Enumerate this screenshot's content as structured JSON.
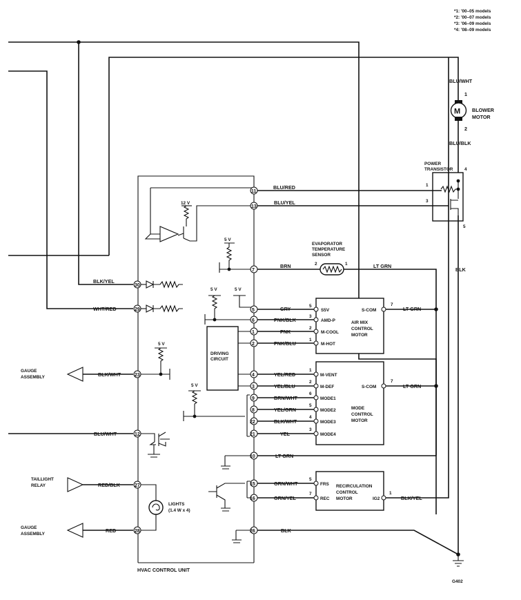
{
  "notes": [
    "*1: '00–05 models",
    "*2: '00–07 models",
    "*3: '06–09 models",
    "*4: '08–09 models"
  ],
  "blower": {
    "title": "BLOWER MOTOR",
    "title_l1": "BLOWER",
    "title_l2": "MOTOR",
    "symbol": "M",
    "wire_in": "BLU/WHT",
    "wire_out": "BLU/BLK",
    "pin_in": "1",
    "pin_out": "2"
  },
  "power_transistor": {
    "title_l1": "POWER",
    "title_l2": "TRANSISTOR",
    "pins": [
      "1",
      "3",
      "4",
      "5"
    ],
    "ground_wire": "BLK"
  },
  "hvac": {
    "title": "HVAC CONTROL UNIT",
    "pins": {
      "p11": {
        "pin": "11",
        "wire": "BLU/RED"
      },
      "p13": {
        "pin": "13",
        "wire": "BLU/YEL"
      },
      "p7": {
        "pin": "7",
        "wire": "BRN"
      },
      "p30": {
        "pin": "30",
        "wire": "BLK/YEL"
      },
      "p29": {
        "pin": "29",
        "wire": "WHT/RED"
      },
      "p5": {
        "pin": "5",
        "wire": "GRY"
      },
      "p6": {
        "pin": "6",
        "wire": "PNK/BLK"
      },
      "p1": {
        "pin": "1",
        "wire": "PNK"
      },
      "p2": {
        "pin": "2",
        "wire": "PNK/BLU"
      },
      "p23": {
        "pin": "23",
        "wire": "BLK/WHT"
      },
      "p4": {
        "pin": "4",
        "wire": "YEL/RED"
      },
      "p3": {
        "pin": "3",
        "wire": "YEL/BLU"
      },
      "p9": {
        "pin": "9",
        "wire": "BRN/WHT"
      },
      "p8": {
        "pin": "8",
        "wire": "YEL/GRN"
      },
      "p22": {
        "pin": "22",
        "wire": "BLK/WHT"
      },
      "p21": {
        "pin": "21",
        "wire": "YEL"
      },
      "p12": {
        "pin": "12",
        "wire": "BLU/WHT"
      },
      "p10": {
        "pin": "10",
        "wire": "LT GRN"
      },
      "p27": {
        "pin": "27",
        "wire": "RED/BLK"
      },
      "p15": {
        "pin": "15",
        "wire": "GRN/WHT"
      },
      "p16": {
        "pin": "16",
        "wire": "GRN/YEL"
      },
      "p28": {
        "pin": "28",
        "wire": "RED"
      },
      "p26": {
        "pin": "26",
        "wire": "BLK"
      }
    },
    "v12": "12 V",
    "v5": "5 V",
    "driving_circuit_l1": "DRIVING",
    "driving_circuit_l2": "CIRCUIT",
    "lights_l1": "LIGHTS",
    "lights_l2": "(1.4 W x 4)"
  },
  "evap_sensor": {
    "title_l1": "EVAPORATOR",
    "title_l2": "TEMPERATURE",
    "title_l3": "SENSOR",
    "pin_left": "2",
    "pin_right": "1",
    "wire_out": "LT GRN"
  },
  "air_mix": {
    "title_l1": "AIR MIX",
    "title_l2": "CONTROL",
    "title_l3": "MOTOR",
    "terminals": [
      {
        "pin": "5",
        "name": "S5V"
      },
      {
        "pin": "3",
        "name": "AMD-P"
      },
      {
        "pin": "2",
        "name": "M-COOL"
      },
      {
        "pin": "1",
        "name": "M-HOT"
      }
    ],
    "scom": "S-COM",
    "scom_pin": "7",
    "scom_wire": "LT GRN"
  },
  "mode": {
    "title_l1": "MODE",
    "title_l2": "CONTROL",
    "title_l3": "MOTOR",
    "terminals": [
      {
        "pin": "1",
        "name": "M-VENT"
      },
      {
        "pin": "2",
        "name": "M-DEF"
      },
      {
        "pin": "6",
        "name": "MODE1"
      },
      {
        "pin": "5",
        "name": "MODE2"
      },
      {
        "pin": "4",
        "name": "MODE3"
      },
      {
        "pin": "3",
        "name": "MODE4"
      }
    ],
    "scom": "S-COM",
    "scom_pin": "7",
    "scom_wire": "LT GRN"
  },
  "recirc": {
    "title_l1": "RECIRCULATION",
    "title_l2": "CONTROL",
    "title_l3": "MOTOR",
    "terminals": [
      {
        "pin": "5",
        "name": "FRS"
      },
      {
        "pin": "7",
        "name": "REC"
      }
    ],
    "ig2": "IG2",
    "ig2_pin": "1",
    "ig2_wire": "BLK/YEL"
  },
  "external": {
    "gauge_assembly_1_l1": "GAUGE",
    "gauge_assembly_1_l2": "ASSEMBLY",
    "taillight_l1": "TAILLIGHT",
    "taillight_l2": "RELAY",
    "gauge_assembly_2_l1": "GAUGE",
    "gauge_assembly_2_l2": "ASSEMBLY"
  },
  "ground": "G402"
}
